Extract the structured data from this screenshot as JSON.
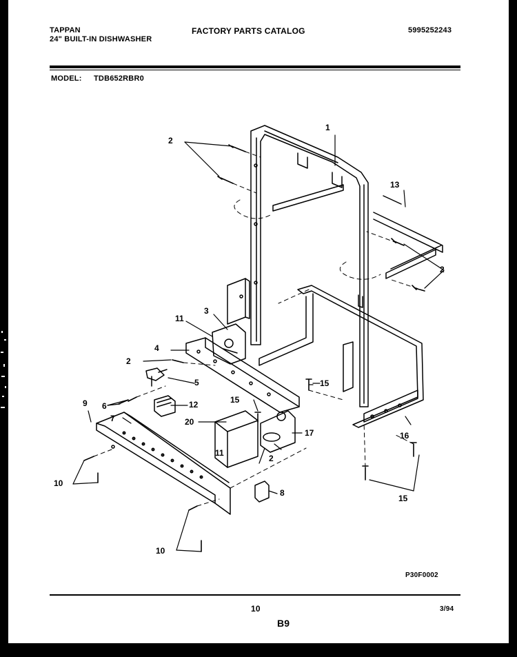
{
  "header": {
    "brand": "TAPPAN",
    "product": "24\" BUILT-IN DISHWASHER",
    "catalog_title": "FACTORY PARTS CATALOG",
    "catalog_number": "5995252243",
    "model_label": "MODEL:",
    "model_number": "TDB652RBR0"
  },
  "diagram": {
    "drawing_code": "P30F0002",
    "callouts": {
      "c1": "1",
      "c2a": "2",
      "c2b": "2",
      "c2c": "2",
      "c2d": "2",
      "c3": "3",
      "c4": "4",
      "c5": "5",
      "c6": "6",
      "c7": "7",
      "c8": "8",
      "c9": "9",
      "c10a": "10",
      "c10b": "10",
      "c11a": "11",
      "c11b": "11",
      "c12": "12",
      "c13": "13",
      "c15a": "15",
      "c15b": "15",
      "c15c": "15",
      "c16": "16",
      "c17": "17",
      "c20": "20"
    }
  },
  "footer": {
    "page_number": "10",
    "section_code": "B9",
    "date": "3/94"
  },
  "colors": {
    "ink": "#000000",
    "paper": "#ffffff",
    "border": "#000000"
  }
}
